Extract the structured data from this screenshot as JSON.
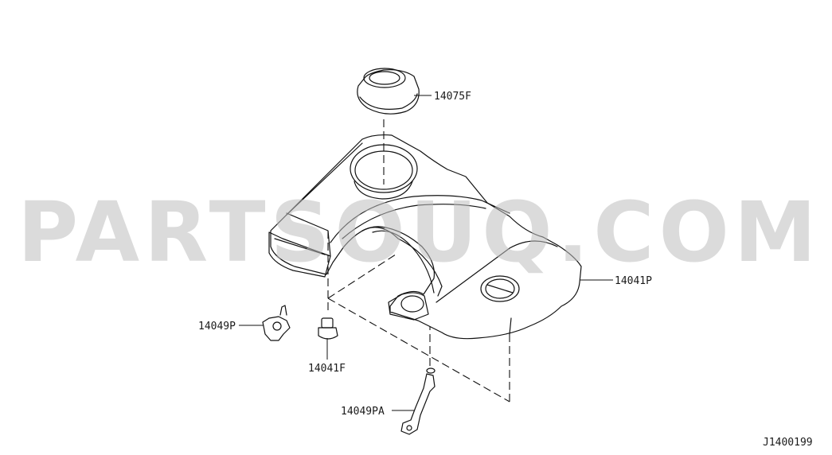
{
  "watermark": "PARTSOUQ.COM",
  "diagram_code": "J1400199",
  "parts": [
    {
      "id": "cap",
      "label": "14075F"
    },
    {
      "id": "cover",
      "label": "14041P"
    },
    {
      "id": "bracket-left",
      "label": "14049P"
    },
    {
      "id": "grommet",
      "label": "14041F"
    },
    {
      "id": "bracket-lower",
      "label": "14049PA"
    }
  ]
}
